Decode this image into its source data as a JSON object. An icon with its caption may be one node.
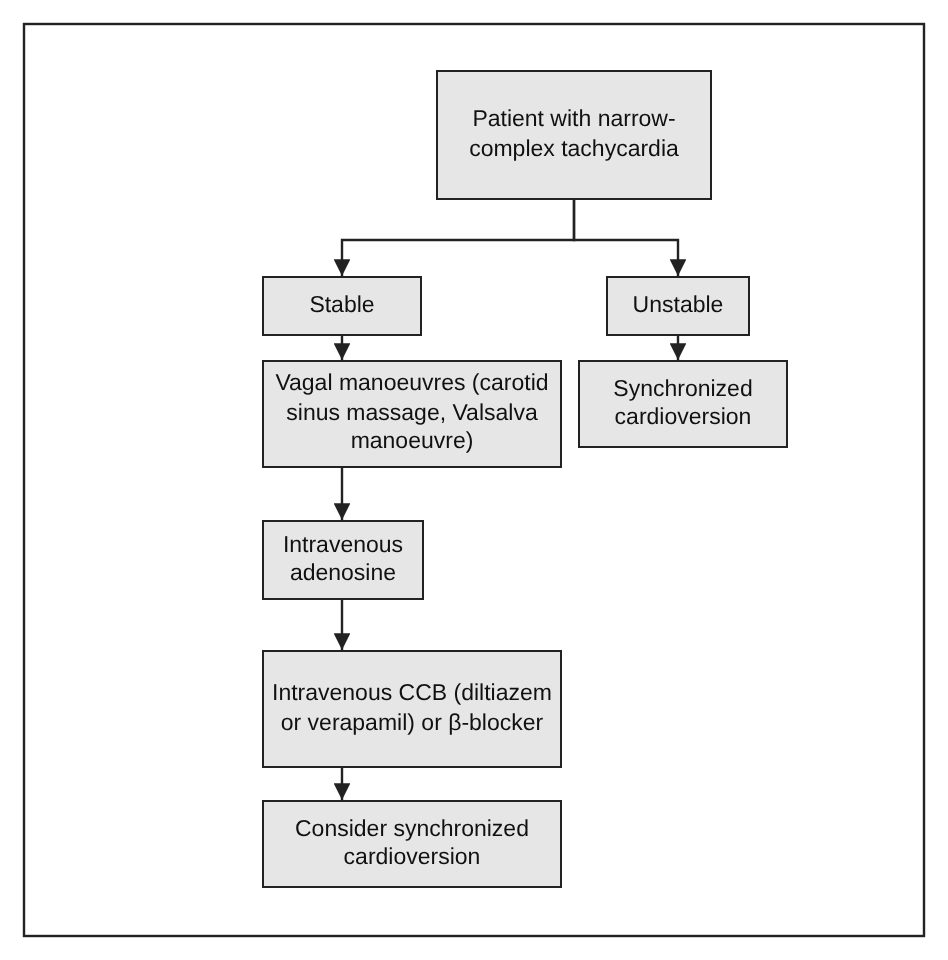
{
  "diagram": {
    "nodes": [
      {
        "text": [
          "Patient with narrow-complex tachycardia"
        ]
      },
      {
        "text": [
          "Stable"
        ]
      },
      {
        "text": [
          "Unstable"
        ]
      },
      {
        "text": [
          "Vagal manoeuvres (carotid sinus massage, Valsalva manoeuvre)"
        ]
      },
      {
        "text": [
          "Synchronized cardioversion"
        ]
      },
      {
        "text": [
          "Intravenous adenosine"
        ]
      },
      {
        "text": [
          "Intravenous CCB (diltiazem or verapamil) or β-blocker"
        ]
      },
      {
        "text": [
          "Consider synchronized cardioversion"
        ]
      }
    ],
    "edges": [
      {
        "from": 0,
        "to": 1,
        "arrow": "to"
      },
      {
        "from": 0,
        "to": 2,
        "arrow": "to"
      },
      {
        "from": 1,
        "to": 3,
        "arrow": "to"
      },
      {
        "from": 2,
        "to": 4,
        "arrow": "to"
      },
      {
        "from": 3,
        "to": 5,
        "arrow": "to"
      },
      {
        "from": 5,
        "to": 6,
        "arrow": "to"
      },
      {
        "from": 6,
        "to": 7,
        "arrow": "to"
      }
    ]
  }
}
